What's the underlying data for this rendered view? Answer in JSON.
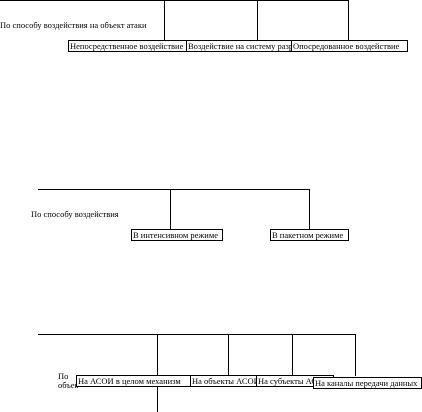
{
  "groups": [
    {
      "label": "По способу воздействия на объект атаки",
      "nodes": [
        "Непосредственное воздействие на объект атаки",
        "Воздействие на систему разрешений",
        "Опосредованное воздействие"
      ]
    },
    {
      "label": "По способу воздействия",
      "nodes": [
        "В интенсивном режиме",
        "В пакетном режиме"
      ]
    },
    {
      "label": "По объекту атаки",
      "nodes": [
        "На АСОИ в  целом механизм",
        "На объекты АСОИ",
        "На субъекты АСОИ",
        "На каналы передачи данных"
      ]
    }
  ]
}
